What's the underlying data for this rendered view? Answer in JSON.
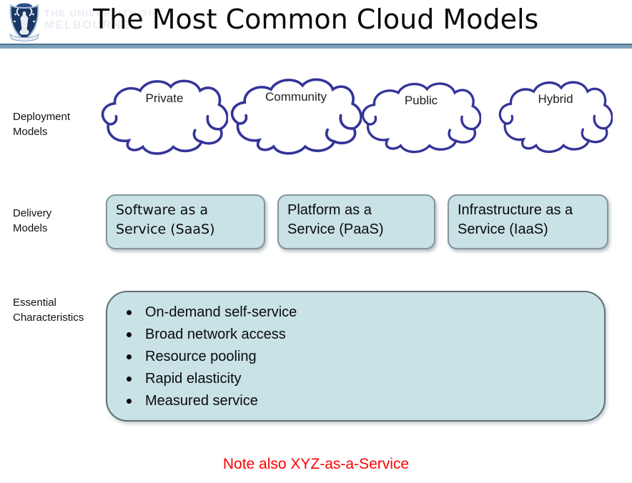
{
  "header": {
    "title": "The Most Common Cloud Models",
    "university_line1": "THE UNIVERSITY OF",
    "university_line2": "MELBOURNE"
  },
  "deployment": {
    "label_line1": "Deployment",
    "label_line2": "Models",
    "clouds": [
      "Private",
      "Community",
      "Public",
      "Hybrid"
    ]
  },
  "delivery": {
    "label_line1": "Delivery",
    "label_line2": "Models",
    "boxes": [
      "Software as a Service (SaaS)",
      "Platform as a Service (PaaS)",
      "Infrastructure as a Service (IaaS)"
    ]
  },
  "essential": {
    "label_line1": "Essential",
    "label_line2": "Characteristics",
    "bullets": [
      "On-demand self-service",
      "Broad network access",
      "Resource pooling",
      "Rapid elasticity",
      "Measured service"
    ]
  },
  "footer": {
    "note": "Note also XYZ-as-a-Service"
  },
  "colors": {
    "cloud_outline": "#34349a",
    "box_fill": "#c9e2e6",
    "divider_blue": "#7ba0ba",
    "note_red": "#ff0000"
  }
}
